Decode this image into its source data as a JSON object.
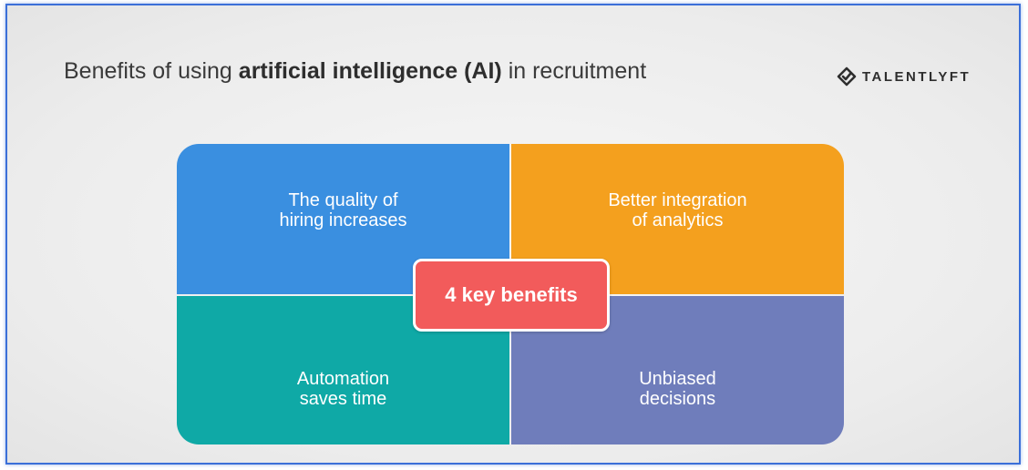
{
  "title": {
    "prefix": "Benefits of using ",
    "bold": "artificial intelligence (AI)",
    "suffix": " in recruitment"
  },
  "logo": {
    "text": "TALENTLYFT",
    "icon": "diamond-check-icon"
  },
  "diagram": {
    "center_label": "4 key benefits",
    "quadrants": [
      {
        "line1": "The quality of",
        "line2": "hiring increases",
        "color": "#3a8fe0"
      },
      {
        "line1": "Better integration",
        "line2": "of analytics",
        "color": "#f4a01e"
      },
      {
        "line1": "Automation",
        "line2": "saves time",
        "color": "#0fa9a6"
      },
      {
        "line1": "Unbiased",
        "line2": "decisions",
        "color": "#6f7dbb"
      }
    ],
    "center_color": "#f25b5b"
  }
}
